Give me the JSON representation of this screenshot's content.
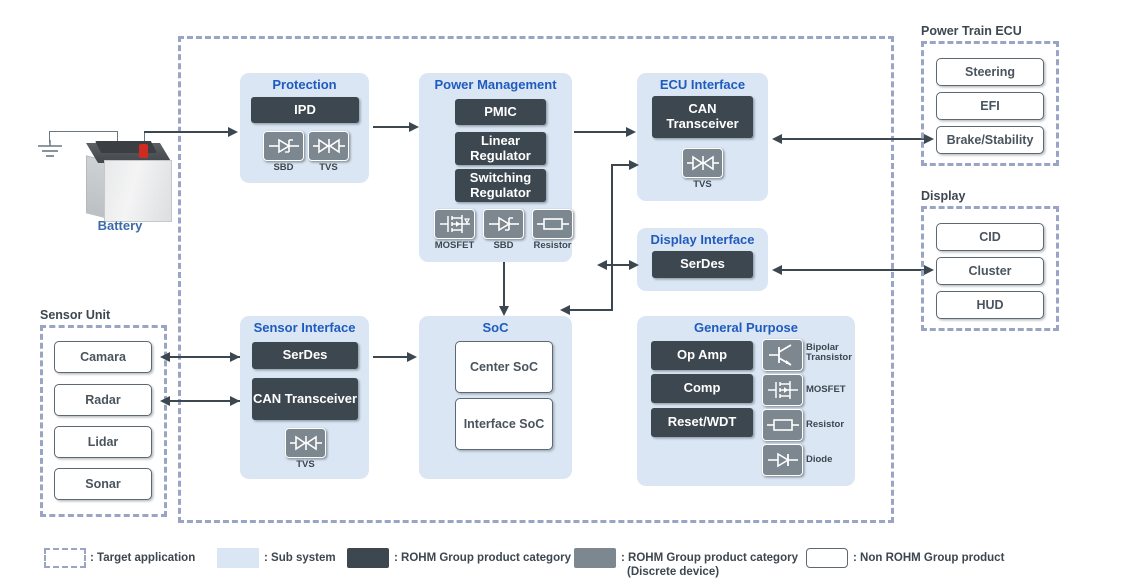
{
  "diagram": {
    "title": "Automotive ROHM product application block diagram",
    "colors": {
      "sub_system": "#dbe6f4",
      "rohm_product": "#3d4750",
      "rohm_discrete": "#7c878f",
      "non_rohm": "#ffffff",
      "target_application_border": "#9aa4c4",
      "title_blue": "#1f5bbf"
    }
  },
  "battery": {
    "label": "Battery"
  },
  "sensor_unit": {
    "title": "Sensor Unit",
    "items": [
      {
        "label": "Camara"
      },
      {
        "label": "Radar"
      },
      {
        "label": "Lidar"
      },
      {
        "label": "Sonar"
      }
    ]
  },
  "power_train_ecu": {
    "title": "Power Train ECU",
    "items": [
      {
        "label": "Steering"
      },
      {
        "label": "EFI"
      },
      {
        "label": "Brake/Stability"
      }
    ]
  },
  "display_unit": {
    "title": "Display",
    "items": [
      {
        "label": "CID"
      },
      {
        "label": "Cluster"
      },
      {
        "label": "HUD"
      }
    ]
  },
  "protection": {
    "title": "Protection",
    "products": [
      {
        "label": "IPD"
      }
    ],
    "discretes": [
      {
        "label": "SBD",
        "icon": "sbd-diode-icon"
      },
      {
        "label": "TVS",
        "icon": "tvs-diode-icon"
      }
    ]
  },
  "power_management": {
    "title": "Power Management",
    "products": [
      {
        "label": "PMIC"
      },
      {
        "label": "Linear Regulator"
      },
      {
        "label": "Switching Regulator"
      }
    ],
    "discretes": [
      {
        "label": "MOSFET",
        "icon": "mosfet-icon"
      },
      {
        "label": "SBD",
        "icon": "sbd-diode-icon"
      },
      {
        "label": "Resistor",
        "icon": "resistor-icon"
      }
    ]
  },
  "ecu_interface": {
    "title": "ECU Interface",
    "products": [
      {
        "label": "CAN Transceiver"
      }
    ],
    "discretes": [
      {
        "label": "TVS",
        "icon": "tvs-diode-icon"
      }
    ]
  },
  "display_interface": {
    "title": "Display Interface",
    "products": [
      {
        "label": "SerDes"
      }
    ]
  },
  "sensor_interface": {
    "title": "Sensor Interface",
    "products": [
      {
        "label": "SerDes"
      },
      {
        "label": "CAN Transceiver"
      }
    ],
    "discretes": [
      {
        "label": "TVS",
        "icon": "tvs-diode-icon"
      }
    ]
  },
  "soc": {
    "title": "SoC",
    "blocks": [
      {
        "label": "Center SoC"
      },
      {
        "label": "Interface SoC"
      }
    ]
  },
  "general_purpose": {
    "title": "General Purpose",
    "products": [
      {
        "label": "Op Amp"
      },
      {
        "label": "Comp"
      },
      {
        "label": "Reset/WDT"
      }
    ],
    "discretes": [
      {
        "label": "Bipolar Transistor",
        "icon": "bipolar-transistor-icon"
      },
      {
        "label": "MOSFET",
        "icon": "mosfet-icon"
      },
      {
        "label": "Resistor",
        "icon": "resistor-icon"
      },
      {
        "label": "Diode",
        "icon": "diode-icon"
      }
    ]
  },
  "legend": {
    "items": [
      {
        "swatch": "dashed-box",
        "label": ": Target application"
      },
      {
        "swatch": "light-blue-box",
        "label": ": Sub system"
      },
      {
        "swatch": "dark-box",
        "label": ": ROHM Group product category"
      },
      {
        "swatch": "grey-box",
        "label": ": ROHM Group product category"
      },
      {
        "swatch": "grey-box-line2",
        "label": "(Discrete device)"
      },
      {
        "swatch": "white-box",
        "label": ": Non ROHM Group product"
      }
    ]
  }
}
